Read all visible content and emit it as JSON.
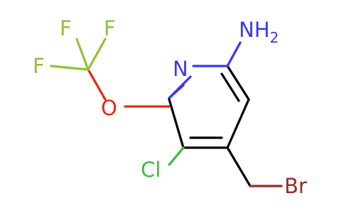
{
  "atoms": {
    "N_ring": {
      "label": "N",
      "color": "#3a37f0"
    },
    "NH2": {
      "label": "NH",
      "subscript": "2",
      "color": "#3a37f0"
    },
    "O": {
      "label": "O",
      "color": "#e8290c"
    },
    "F_a": {
      "label": "F",
      "color": "#8fc23a"
    },
    "F_b": {
      "label": "F",
      "color": "#8fc23a"
    },
    "F_c": {
      "label": "F",
      "color": "#8fc23a"
    },
    "Cl": {
      "label": "Cl",
      "color": "#3dba3a"
    },
    "Br": {
      "label": "Br",
      "color": "#9a2a24"
    }
  },
  "bond_color": "#000000"
}
